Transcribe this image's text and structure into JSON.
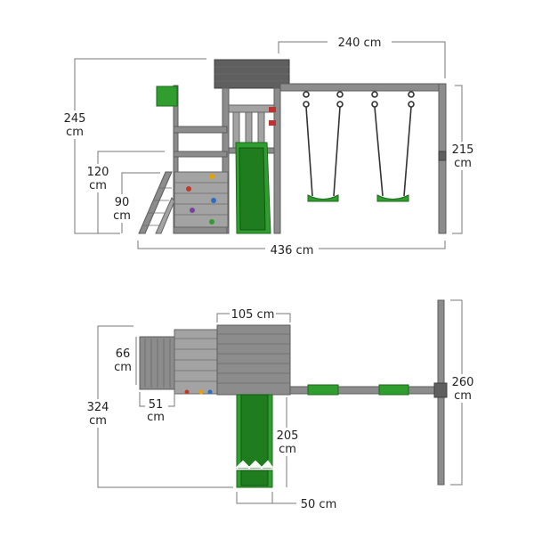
{
  "side_view": {
    "width_swing": "240 cm",
    "height_total": "245",
    "height_total_unit": "cm",
    "height_platform": "120",
    "height_platform_unit": "cm",
    "height_climb": "90",
    "height_climb_unit": "cm",
    "height_swing": "215",
    "height_swing_unit": "cm",
    "length_total": "436 cm"
  },
  "top_view": {
    "width_tower": "105 cm",
    "ladder_depth": "66",
    "ladder_depth_unit": "cm",
    "ladder_width": "51",
    "ladder_width_unit": "cm",
    "depth_total": "324",
    "depth_total_unit": "cm",
    "slide_length": "205",
    "slide_length_unit": "cm",
    "slide_width": "50 cm",
    "swing_depth": "260",
    "swing_depth_unit": "cm"
  },
  "colors": {
    "wood": "#8c8c8c",
    "slide_green": "#2f9e2f",
    "dimension_line": "#777777"
  }
}
